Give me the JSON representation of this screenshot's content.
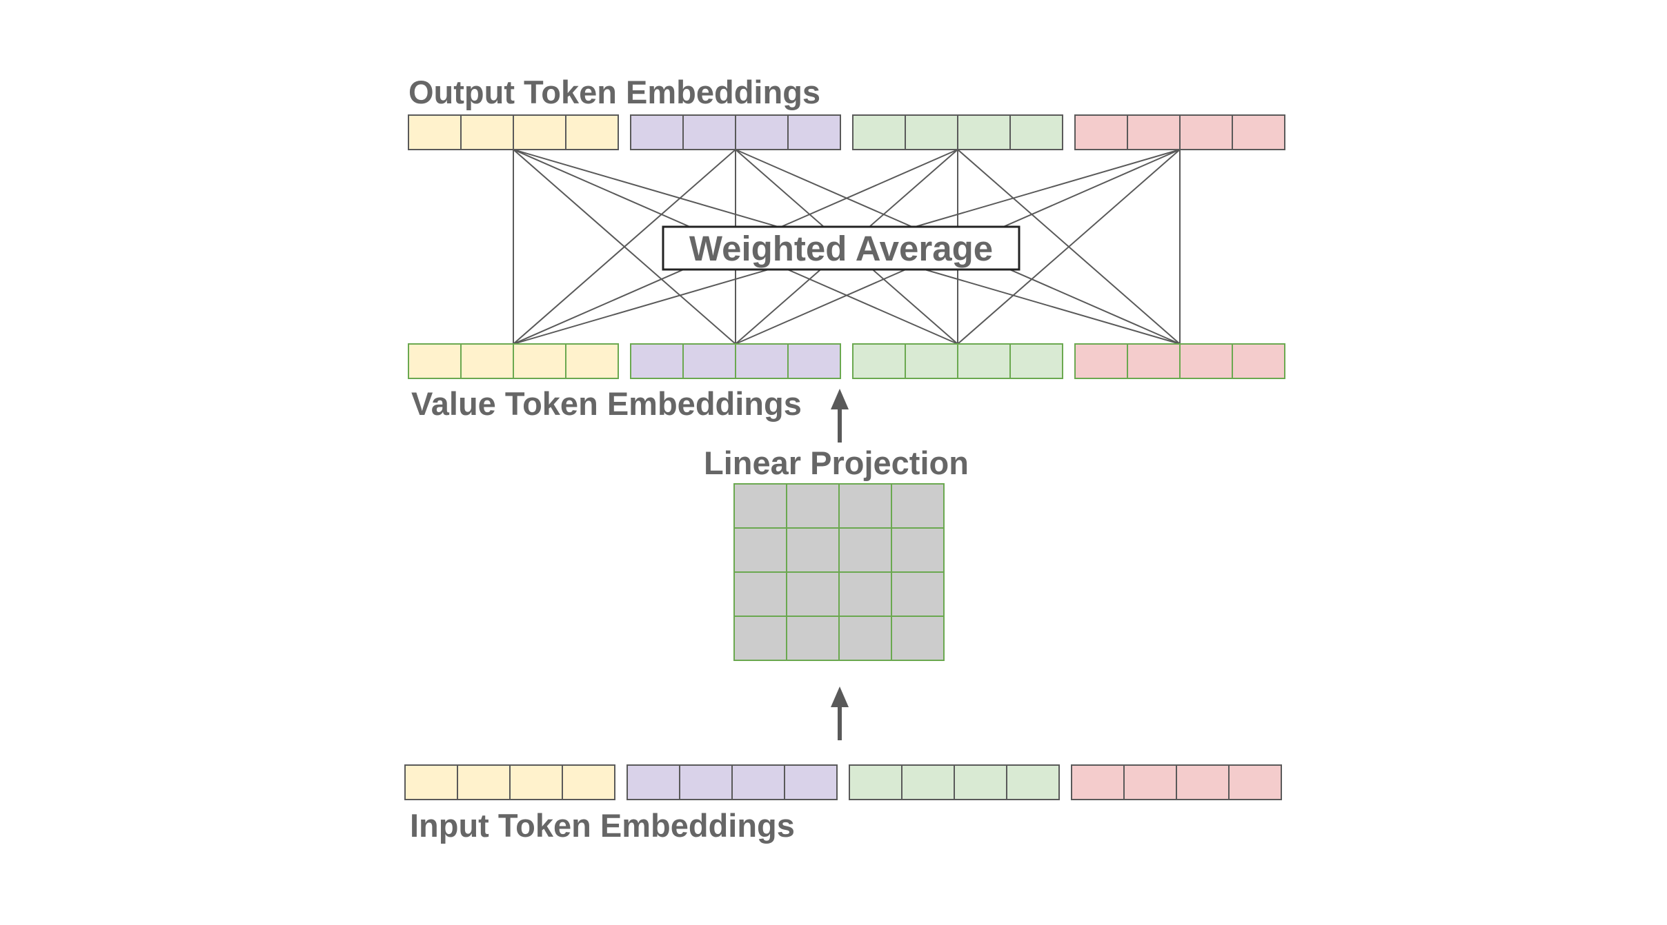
{
  "labels": {
    "output": "Output Token Embeddings",
    "weighted_average": "Weighted Average",
    "value": "Value Token Embeddings",
    "linear_projection": "Linear Projection",
    "input": "Input Token Embeddings"
  },
  "tokens": [
    {
      "fill": "#fff2cc",
      "name": "yellow"
    },
    {
      "fill": "#d9d2e9",
      "name": "purple"
    },
    {
      "fill": "#d9ead3",
      "name": "green"
    },
    {
      "fill": "#f4cccc",
      "name": "red"
    }
  ],
  "colors": {
    "text": "#666666",
    "gray_border": "#595959",
    "green_border": "#6aa84f",
    "matrix_fill": "#cccccc",
    "line": "#595959",
    "arrow": "#595959"
  }
}
